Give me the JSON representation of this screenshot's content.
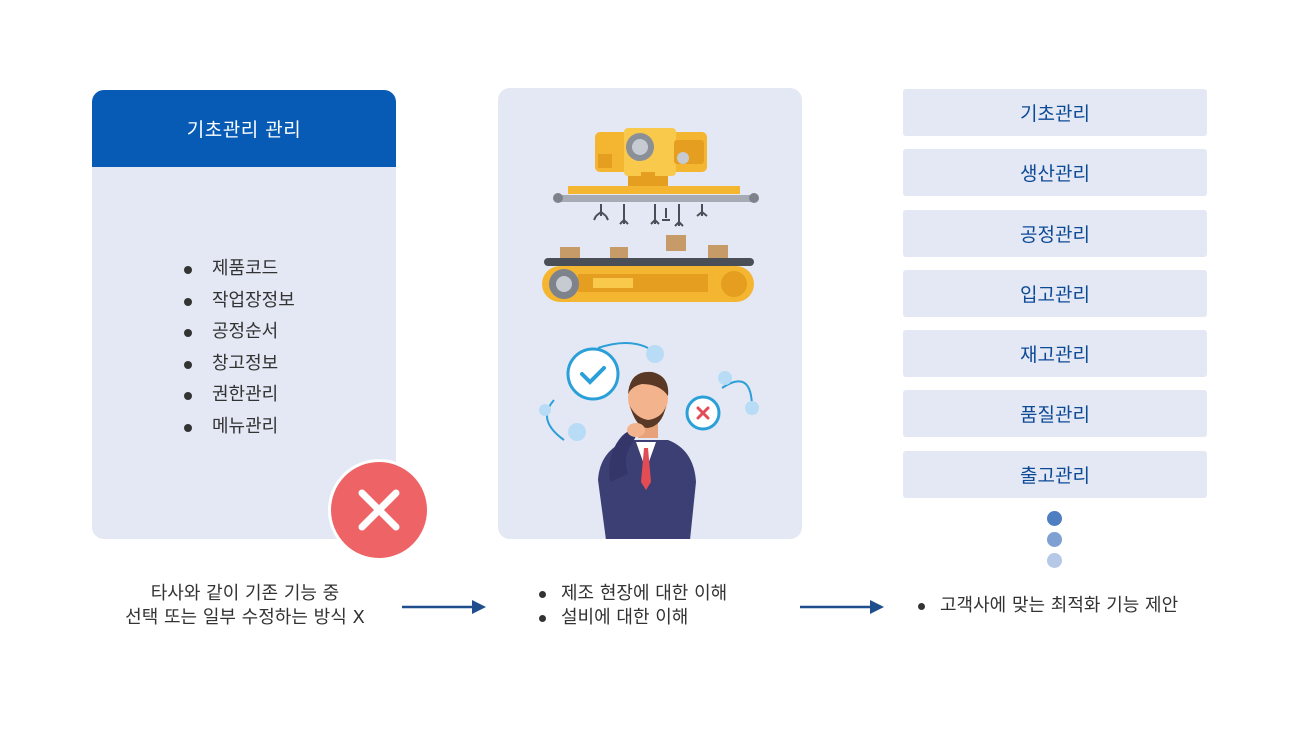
{
  "left_panel": {
    "title": "기초관리 관리",
    "items": [
      "제품코드",
      "작업장정보",
      "공정순서",
      "창고정보",
      "권한관리",
      "메뉴관리"
    ]
  },
  "right_menu": {
    "items": [
      "기초관리",
      "생산관리",
      "공정관리",
      "입고관리",
      "재고관리",
      "품질관리",
      "출고관리"
    ]
  },
  "captions": {
    "left_line1": "타사와 같이 기존 기능 중",
    "left_line2": "선택 또는 일부 수정하는 방식 X",
    "middle": [
      "제조 현장에 대한 이해",
      "설비에 대한 이해"
    ],
    "right": "고객사에 맞는 최적화 기능 제안"
  },
  "colors": {
    "accent_blue": "#075bb5",
    "panel_bg": "#e3e8f4",
    "menu_text": "#0c4a96",
    "reject_red": "#ee6466",
    "arrow": "#1f4e8c",
    "dots": [
      "#4f7fc1",
      "#7ea0d2",
      "#b5c8e6"
    ]
  },
  "icons": [
    "close-icon",
    "conveyor-machine-illustration",
    "thinking-businessman-illustration",
    "check-icon",
    "cross-icon",
    "arrow-right-icon"
  ]
}
